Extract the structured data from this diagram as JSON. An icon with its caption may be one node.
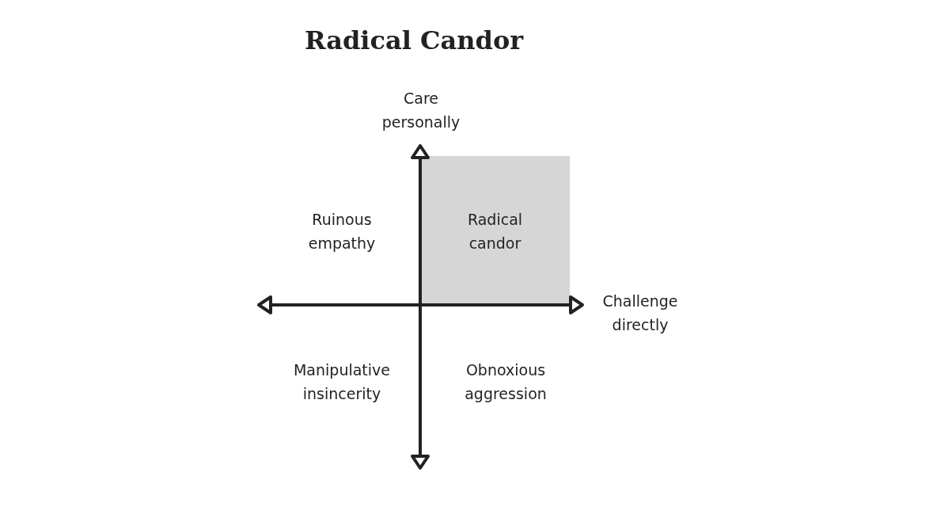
{
  "diagram": {
    "title": "Radical Candor",
    "nodes": [
      {
        "text": [
          "Radical candor"
        ]
      }
    ],
    "labels": [
      "Care personally",
      "Ruinous empathy",
      "Challenge directly",
      "Manipulative insincerity",
      "Obnoxious aggression"
    ]
  }
}
